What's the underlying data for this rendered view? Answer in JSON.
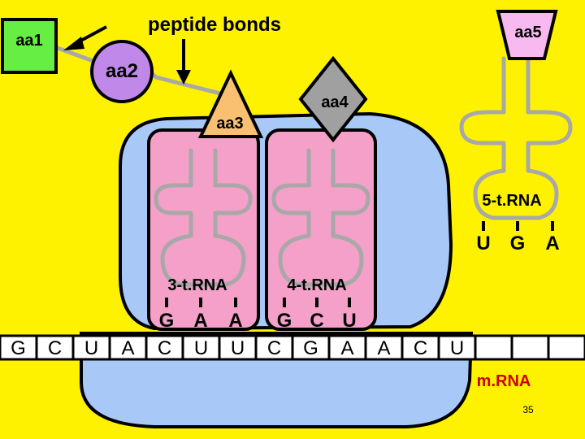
{
  "labels": {
    "peptide_bonds": "peptide bonds",
    "aa1": "aa1",
    "aa2": "aa2",
    "aa3": "aa3",
    "aa4": "aa4",
    "aa5": "aa5",
    "trna3": "3-t.RNA",
    "trna4": "4-t.RNA",
    "trna5": "5-t.RNA",
    "mrna": "m.RNA",
    "page_number": "35"
  },
  "anticodons": {
    "trna3": [
      "G",
      "A",
      "A"
    ],
    "trna4": [
      "G",
      "C",
      "U"
    ],
    "trna5": [
      "U",
      "G",
      "A"
    ]
  },
  "mrna_bases": [
    "G",
    "C",
    "U",
    "A",
    "C",
    "U",
    "U",
    "C",
    "G",
    "A",
    "A",
    "C",
    "U",
    "",
    "",
    ""
  ],
  "colors": {
    "background": "#fff200",
    "ribosome": "#a8c8f8",
    "trna_slot": "#f4a0c8",
    "trna": "#a8a8a8",
    "aa1": "#66ee44",
    "aa2": "#c088e8",
    "aa3": "#f8c070",
    "aa4": "#a0a0a0",
    "aa5": "#f8b8f0",
    "mrna_label": "#cc0000"
  }
}
